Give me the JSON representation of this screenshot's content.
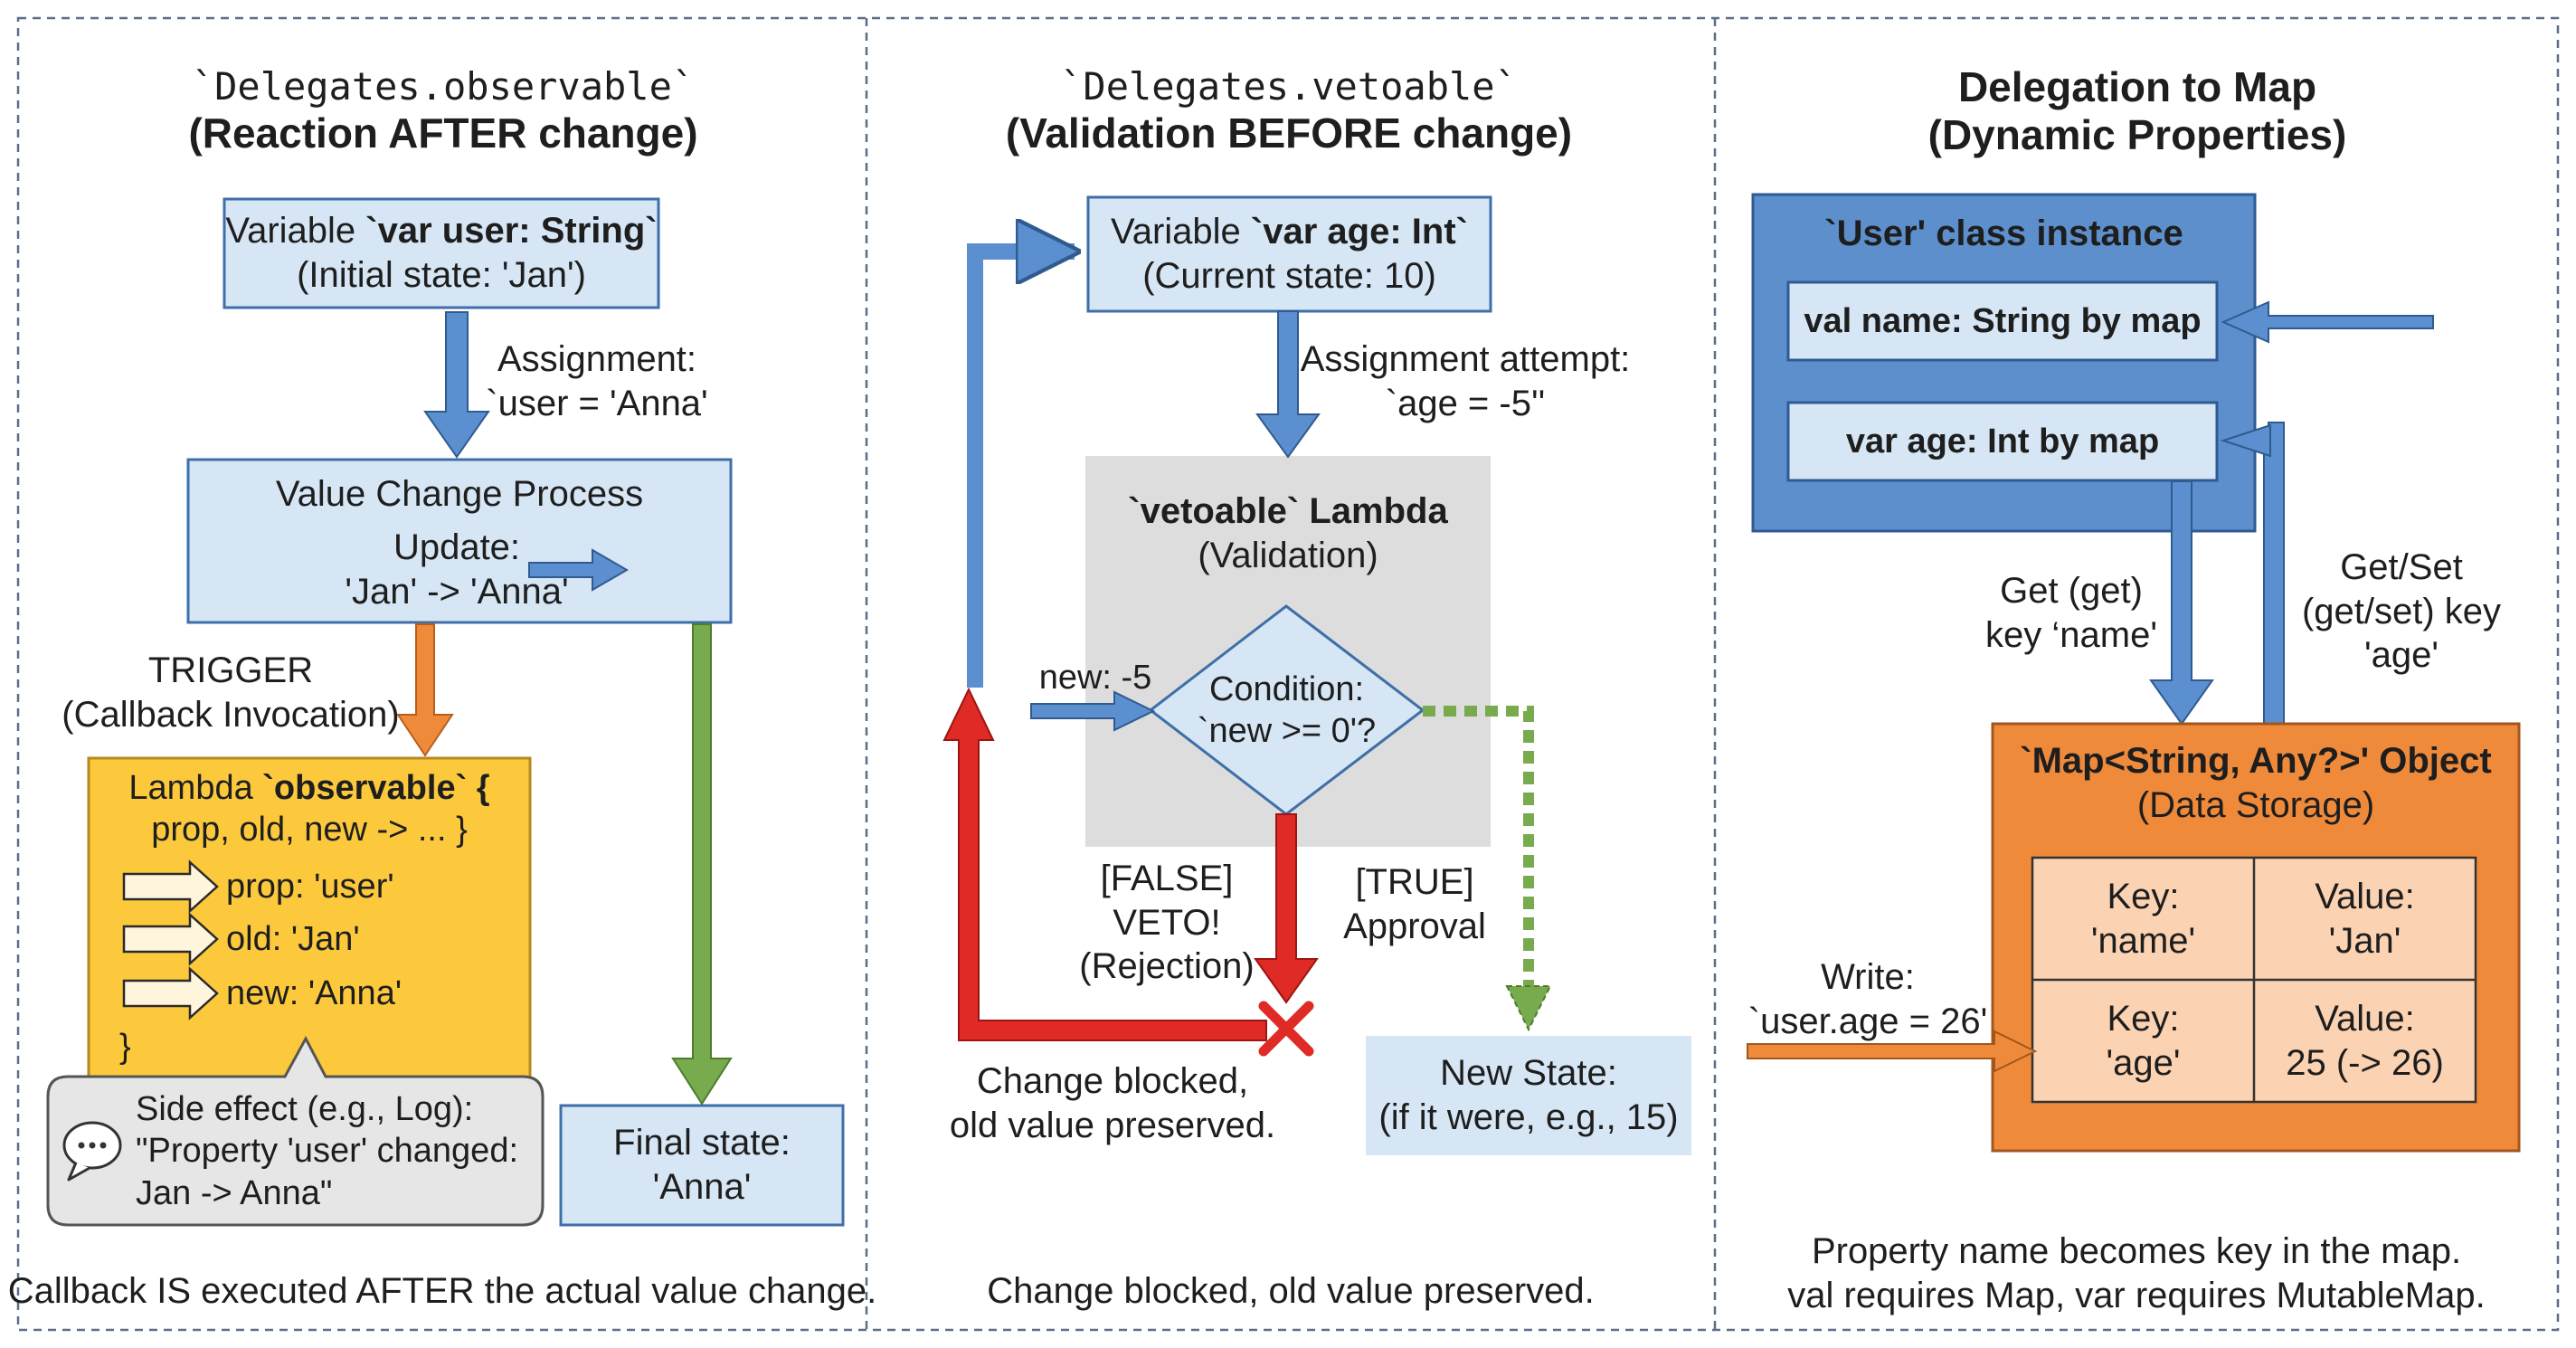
{
  "colors": {
    "light_blue_box": "#d6e6f5",
    "blue_border": "#3f6fa8",
    "blue_arrow": "#5b8fcf",
    "yellow_box": "#fcc93d",
    "orange_arrow": "#ef8a3b",
    "green_arrow": "#78aa4e",
    "red_arrow": "#e02a25",
    "gray_box": "#dddddd",
    "orange_box": "#ef8a3b",
    "peach_cell": "#fbd3b3",
    "dark_blue_box": "#5d8fcd",
    "divider": "#5a6f86"
  },
  "panel1": {
    "title_code": "`Delegates.observable`",
    "title": "(Reaction AFTER change)",
    "var_box": {
      "line1_pre": "Variable ",
      "line1_code": "`var user: String`",
      "line2": "(Initial state: 'Jan')"
    },
    "assign_label": {
      "line1": "Assignment:",
      "line2": "`user = 'Anna'"
    },
    "process_box": {
      "title": "Value Change Process",
      "line1": "Update:",
      "line2": "'Jan' -> 'Anna'"
    },
    "trigger_label": {
      "line1": "TRIGGER",
      "line2": "(Callback Invocation)"
    },
    "lambda_box": {
      "line1_pre": "Lambda ",
      "line1_code": "`observable` {",
      "line2": "prop, old, new -> ... }",
      "params": [
        "prop: 'user'",
        "old: 'Jan'",
        "new: 'Anna'"
      ],
      "close": "}"
    },
    "side_effect": {
      "line1": "Side effect (e.g., Log):",
      "line2": "\"Property 'user' changed:",
      "line3": "Jan -> Anna\"",
      "icon": "speech-bubble-icon"
    },
    "final_box": {
      "line1": "Final state:",
      "line2": "'Anna'"
    },
    "caption": "Callback IS executed AFTER the actual value change."
  },
  "panel2": {
    "title_code": "`Delegates.vetoable`",
    "title": "(Validation BEFORE change)",
    "var_box": {
      "line1_pre": "Variable ",
      "line1_code": "`var age: Int`",
      "line2": "(Current state: 10)"
    },
    "assign_label": {
      "line1": "Assignment attempt:",
      "line2": "`age = -5''"
    },
    "lambda_box": {
      "title": "`vetoable` Lambda",
      "sub": "(Validation)"
    },
    "new_label": "new: -5",
    "condition": {
      "line1": "Condition:",
      "line2": "`new >= 0'?"
    },
    "false_label": {
      "line1": "[FALSE]",
      "line2": "VETO!",
      "line3": "(Rejection)"
    },
    "true_label": {
      "line1": "[TRUE]",
      "line2": "Approval"
    },
    "blocked_label": {
      "line1": "Change blocked,",
      "line2": "old value preserved."
    },
    "new_state_box": {
      "line1": "New State:",
      "line2": "(if it were, e.g., 15)"
    },
    "caption": "Change blocked, old value preserved."
  },
  "panel3": {
    "title": {
      "line1": "Delegation to Map",
      "line2": "(Dynamic Properties)"
    },
    "user_box": {
      "title": "`User' class instance",
      "prop1": "val name: String by map",
      "prop2": "var age: Int by map"
    },
    "get_label": {
      "line1": "Get (get)",
      "line2": "key ‘name'"
    },
    "getset_label": {
      "line1": "Get/Set",
      "line2": "(get/set) key",
      "line3": "'age'"
    },
    "map_box": {
      "title": "`Map<String, Any?>' Object",
      "sub": "(Data Storage)",
      "cells": [
        {
          "line1": "Key:",
          "line2": "'name'"
        },
        {
          "line1": "Value:",
          "line2": "'Jan'"
        },
        {
          "line1": "Key:",
          "line2": "'age'"
        },
        {
          "line1": "Value:",
          "line2": "25 (-> 26)"
        }
      ]
    },
    "write_label": {
      "line1": "Write:",
      "line2": "`user.age = 26'"
    },
    "caption": {
      "line1": "Property name becomes key in the map.",
      "line2": "val requires Map, var requires MutableMap."
    }
  }
}
